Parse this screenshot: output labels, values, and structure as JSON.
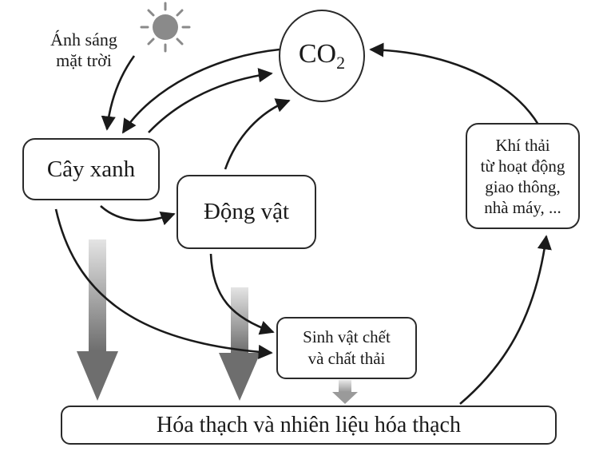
{
  "sun": {
    "icon": "sun-icon",
    "caption_line1": "Ánh sáng",
    "caption_line2": "mặt trời"
  },
  "co2": {
    "base": "CO",
    "subscript": "2"
  },
  "nodes": {
    "plants": "Cây xanh",
    "animals": "Động vật",
    "dead": {
      "line1": "Sinh vật chết",
      "line2": "và chất thải"
    },
    "emissions": {
      "line1": "Khí thải",
      "line2": "từ hoạt động",
      "line3": "giao thông,",
      "line4": "nhà máy, ..."
    },
    "fossil": "Hóa thạch và nhiên liệu hóa thạch"
  },
  "colors": {
    "stroke": "#1a1a1a",
    "sun": "#8a8a8a",
    "flow_dark": "#6e6e6e",
    "flow_light": "#e4e4e4"
  }
}
